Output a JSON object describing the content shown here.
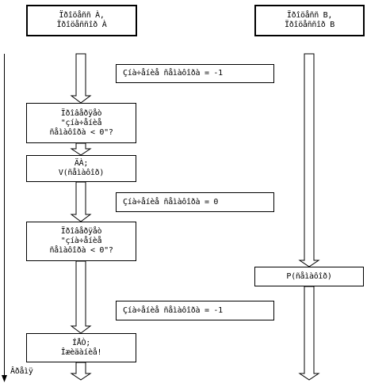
{
  "process_a": {
    "header": "Ïðîöåññ À,\nÏðîöåññîð À",
    "step1_check": "Ïðîâåðÿåò\n\"çíà÷åíèå\nñåìàôîðà < 0\"?",
    "step1_action": "ÄÀ;\nV(ñåìàôîð)",
    "step2_check": "Ïðîâåðÿåò\n\"çíà÷åíèå\nñåìàôîðà < 0\"?",
    "step2_action": "ÍÅÒ;\nÎæèäàíèå!"
  },
  "process_b": {
    "header": "Ïðîöåññ B,\nÏðîöåññîð B",
    "action": "P(ñåìàôîð)"
  },
  "semaphore_notes": [
    "Çíà÷åíèå ñåìàôîðà = -1",
    "Çíà÷åíèå ñåìàôîðà = 0",
    "Çíà÷åíèå ñåìàôîðà = -1"
  ],
  "time_axis_label": "Âðåìÿ"
}
